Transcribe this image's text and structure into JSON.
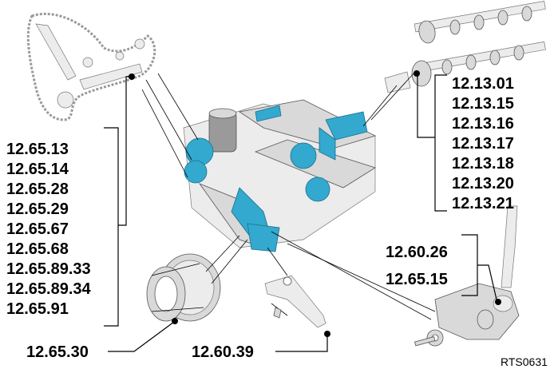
{
  "labels": {
    "group_timing": [
      "12.65.13",
      "12.65.14",
      "12.65.28",
      "12.65.29",
      "12.65.67",
      "12.65.68",
      "12.65.89.33",
      "12.65.89.34",
      "12.65.91"
    ],
    "group_camshaft": [
      "12.13.01",
      "12.13.15",
      "12.13.16",
      "12.13.17",
      "12.13.18",
      "12.13.20",
      "12.13.21"
    ],
    "group_oil_pump": [
      "12.60.26",
      "12.65.15"
    ],
    "sprocket": "12.65.30",
    "bracket": "12.60.39",
    "code": "RTS0631"
  },
  "colors": {
    "highlight": "#33a9cf",
    "parts": "#d9d9d9",
    "outline": "#555555"
  }
}
